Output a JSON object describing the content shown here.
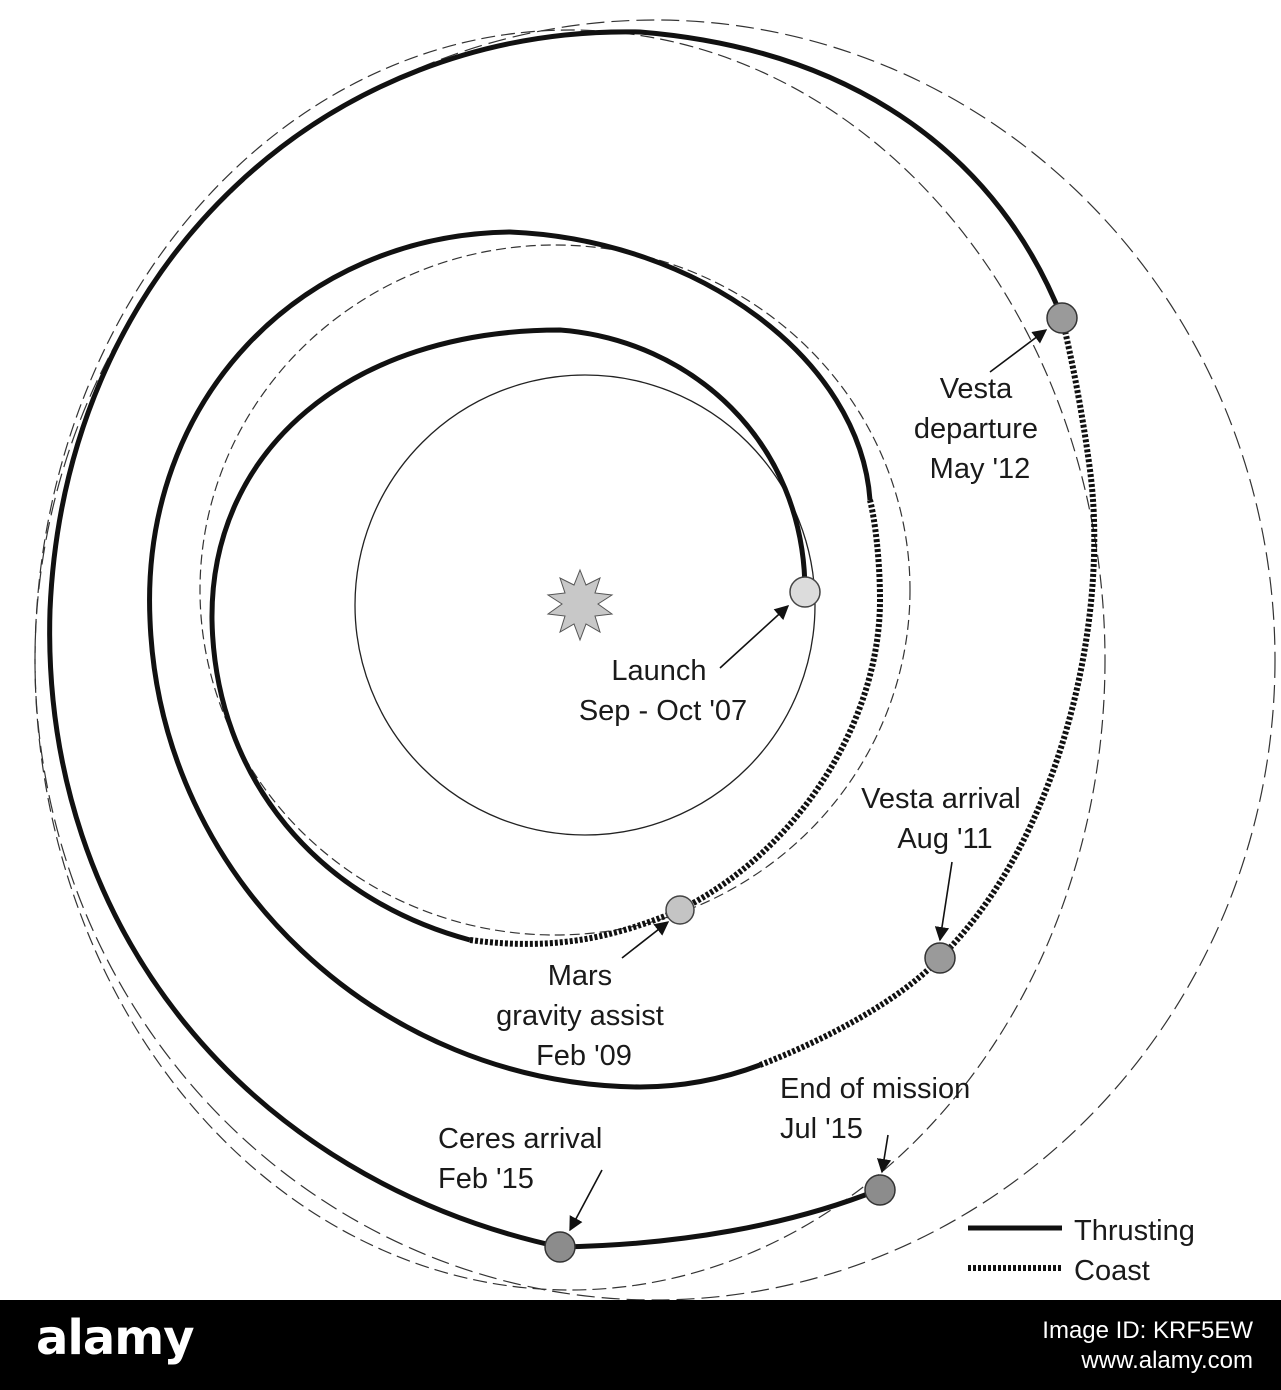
{
  "labels": {
    "vesta_departure": [
      "Vesta",
      "departure",
      "May '12"
    ],
    "launch": [
      "Launch",
      "Sep - Oct '07"
    ],
    "vesta_arrival": [
      "Vesta arrival",
      "Aug '11"
    ],
    "mars_assist": [
      "Mars",
      "gravity assist",
      "Feb '09"
    ],
    "end_of_mission": [
      "End of mission",
      "Jul '15"
    ],
    "ceres_arrival": [
      "Ceres arrival",
      "Feb '15"
    ]
  },
  "legend": {
    "thrusting": "Thrusting",
    "coast": "Coast"
  },
  "footer": {
    "brand": "alamy",
    "image_id": "Image ID: KRF5EW",
    "site": "www.alamy.com"
  },
  "icons": {
    "sun": "sun-icon",
    "body_marker": "body-marker-icon"
  }
}
